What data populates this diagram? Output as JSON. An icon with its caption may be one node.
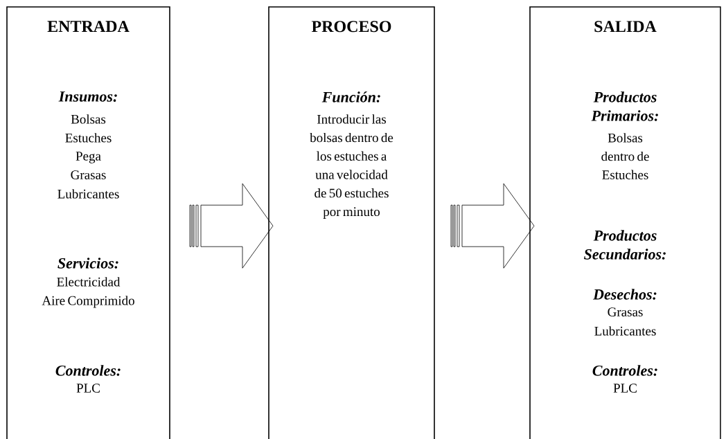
{
  "diagram": {
    "nodes": [
      {
        "text": [
          "ENTRADA",
          "Insumos:",
          "Bolsas",
          "Estuches",
          "Pega",
          "Grasas",
          "Lubricantes",
          "Servicios:",
          "Electricidad",
          "Aire Comprimido",
          "Controles:",
          "PLC"
        ]
      },
      {
        "text": [
          "PROCESO",
          "Función:",
          "Introducir las bolsas dentro de los estuches a una velocidad de 50 estuches por minuto"
        ]
      },
      {
        "text": [
          "SALIDA",
          "Productos Primarios:",
          "Bolsas dentro de Estuches",
          "Productos Secundarios:",
          "Desechos:",
          "Grasas",
          "Lubricantes",
          "Controles:",
          "PLC"
        ]
      }
    ],
    "edges": [
      {
        "from": 0,
        "to": 1,
        "arrow": "to"
      },
      {
        "from": 1,
        "to": 2,
        "arrow": "to"
      }
    ]
  }
}
